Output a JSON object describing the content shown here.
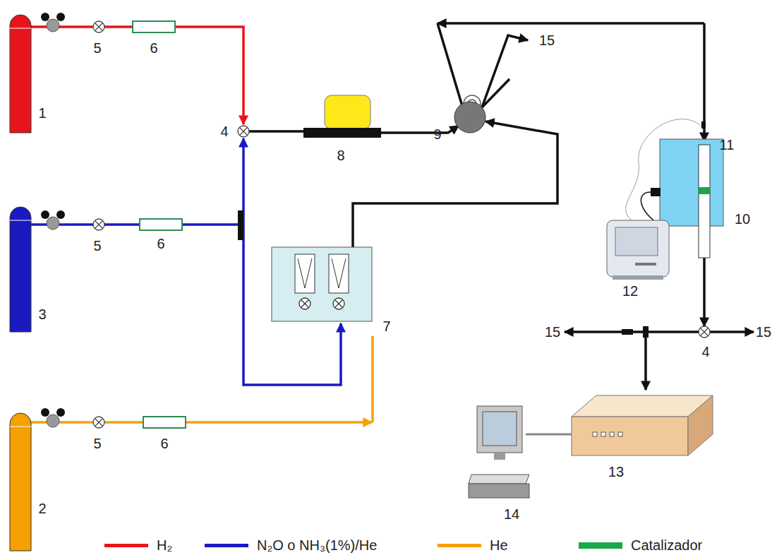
{
  "diagram": {
    "labels": [
      "1",
      "5",
      "6",
      "4",
      "8",
      "9",
      "15",
      "3",
      "5",
      "6",
      "11",
      "7",
      "12",
      "10",
      "4",
      "15",
      "15",
      "2",
      "5",
      "6",
      "13",
      "14"
    ],
    "legend": [
      {
        "text": "H₂",
        "color": "#e8141b"
      },
      {
        "text": "N₂O o NH₃(1%)/He",
        "color": "#1a1ac0"
      },
      {
        "text": "He",
        "color": "#f5a000"
      },
      {
        "text": "Catalizador",
        "color": "#18a84a"
      }
    ]
  }
}
